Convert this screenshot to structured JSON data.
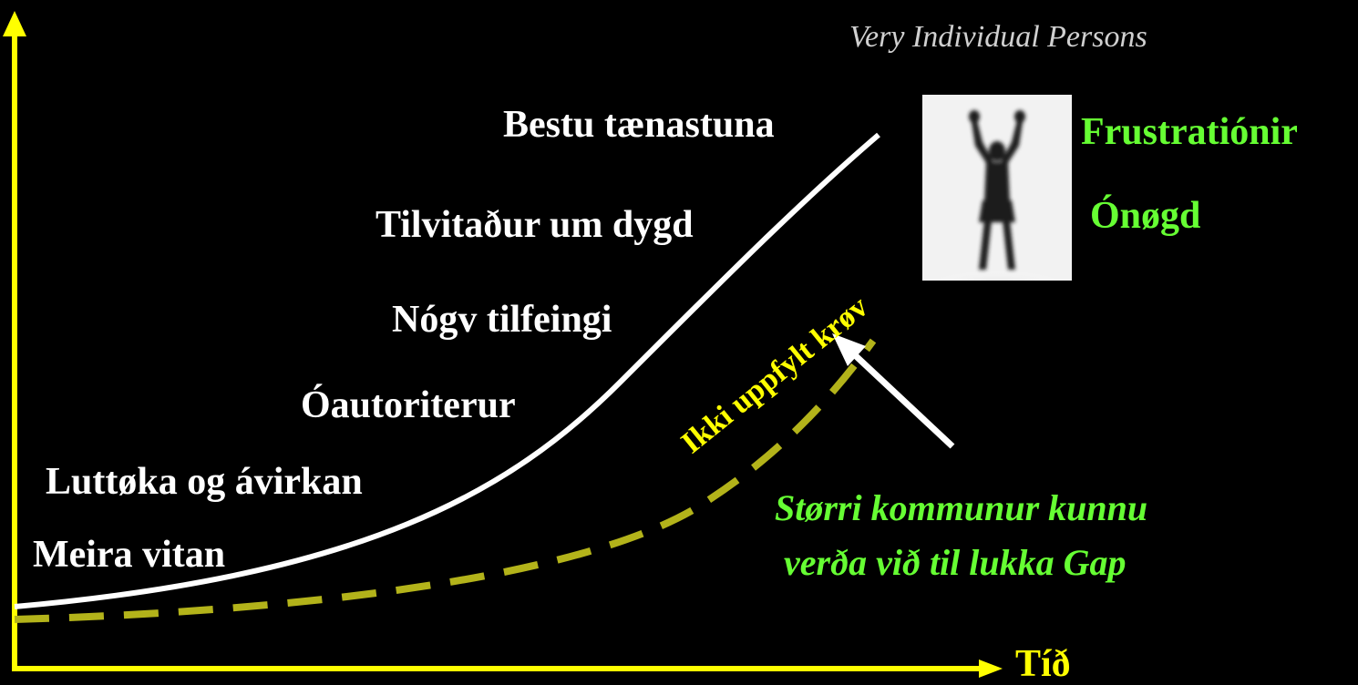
{
  "subtitle": "Very Individual Persons",
  "x_axis_label": "Tíð",
  "steps": [
    "Meira vitan",
    "Luttøka og ávirkan",
    "Óautoriterur",
    "Nógv tilfeingi",
    "Tilvitaður um dygd",
    "Bestu tænastuna"
  ],
  "gap_label": "Ikki uppfylt krøv",
  "reactions": [
    "Frustratiónir",
    "Ónøgd"
  ],
  "note_lines": [
    "Størri kommunur kunnu",
    "verða við til lukka Gap"
  ],
  "colors": {
    "background": "#000000",
    "axis": "#ffff00",
    "expectation_curve": "#ffffff",
    "delivery_curve": "#b3b31a",
    "gap_label": "#ffff00",
    "highlight": "#66ff33"
  },
  "icons": [
    "person-arms-raised-photo",
    "arrow-icon"
  ]
}
